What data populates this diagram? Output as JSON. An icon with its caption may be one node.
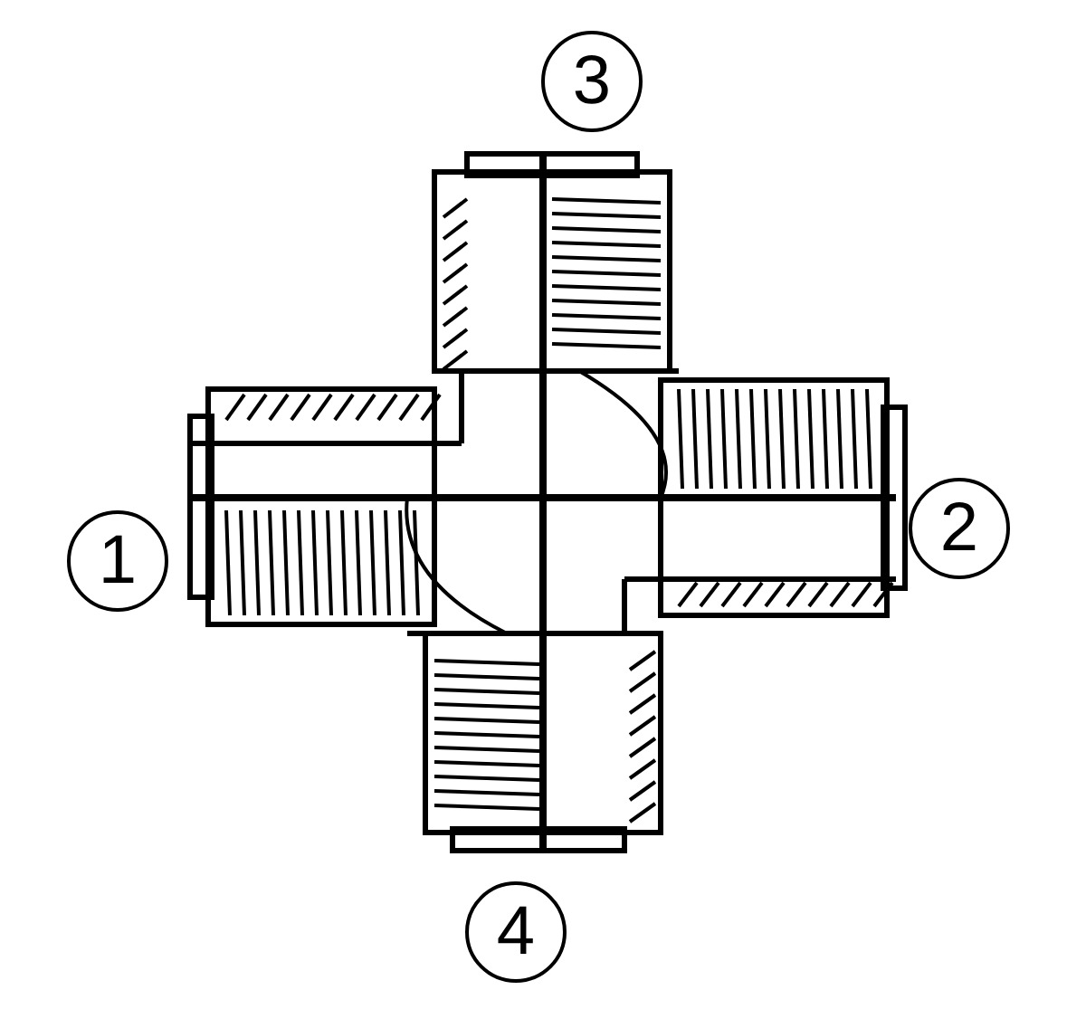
{
  "diagram": {
    "labels": [
      "3",
      "1",
      "2",
      "4"
    ]
  }
}
